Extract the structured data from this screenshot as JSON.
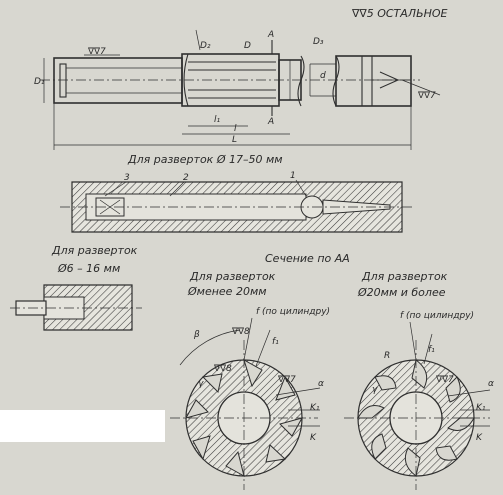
{
  "top_note": "∇∇5 ОСТАЛЬНОЕ",
  "caption_main": "Для разверток Ø 17–50 мм",
  "caption_small_left_1": "Для разверток",
  "caption_small_left_2": "Ø6 – 16 мм",
  "section_title": "Сечение по АА",
  "left_section_1": "Для разверток",
  "left_section_2": "Øменее 20мм",
  "right_section_1": "Для разверток",
  "right_section_2": "Ø20мм и более",
  "finish_mark_a": "∇∇7",
  "finish_mark_b": "∇∇8",
  "dims": {
    "D1": "D₁",
    "D2": "D₂",
    "D": "D",
    "D3": "D₃",
    "d": "d",
    "l1": "l₁",
    "l": "l",
    "L": "L",
    "A_top": "А",
    "A_bottom": "А",
    "n1": "1",
    "n2": "2",
    "n3": "3",
    "f_left": "f (по цилиндру)",
    "f1_left": "f₁",
    "f_right": "f (по цилиндру)",
    "f1_right": "f₁",
    "alpha_left": "α",
    "alpha_right": "α",
    "beta": "β",
    "gamma_left": "γ",
    "gamma_right": "γ",
    "K1_left": "K₁",
    "K_left": "K",
    "K1_right": "K₁",
    "K_right": "K",
    "R": "R"
  }
}
